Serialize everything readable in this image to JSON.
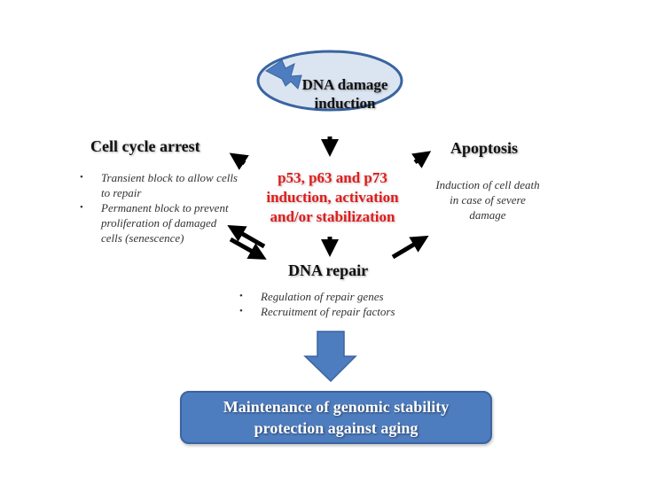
{
  "colors": {
    "ellipse_fill": "#dbe5f1",
    "ellipse_stroke": "#3a64a0",
    "lightning": "#4e7dbf",
    "center_text": "#e31b1b",
    "box_fill": "#4e7dbf",
    "arrow": "#000000"
  },
  "trigger": {
    "icon": "lightning-bolt-icon",
    "lines": [
      "DNA damage",
      "induction"
    ]
  },
  "center": {
    "lines": [
      "p53, p63 and p73",
      "induction, activation",
      "and/or stabilization"
    ]
  },
  "cell_cycle": {
    "title": "Cell cycle arrest",
    "bullets": [
      "Transient block to allow cells to repair",
      "Permanent block to prevent proliferation of damaged cells (senescence)"
    ]
  },
  "apoptosis": {
    "title": "Apoptosis",
    "text": "Induction of cell death in case of severe damage"
  },
  "dna_repair": {
    "title": "DNA repair",
    "bullets": [
      "Regulation of repair genes",
      "Recruitment of repair factors"
    ]
  },
  "outcome": {
    "lines": [
      "Maintenance of genomic stability",
      "protection against aging"
    ]
  }
}
